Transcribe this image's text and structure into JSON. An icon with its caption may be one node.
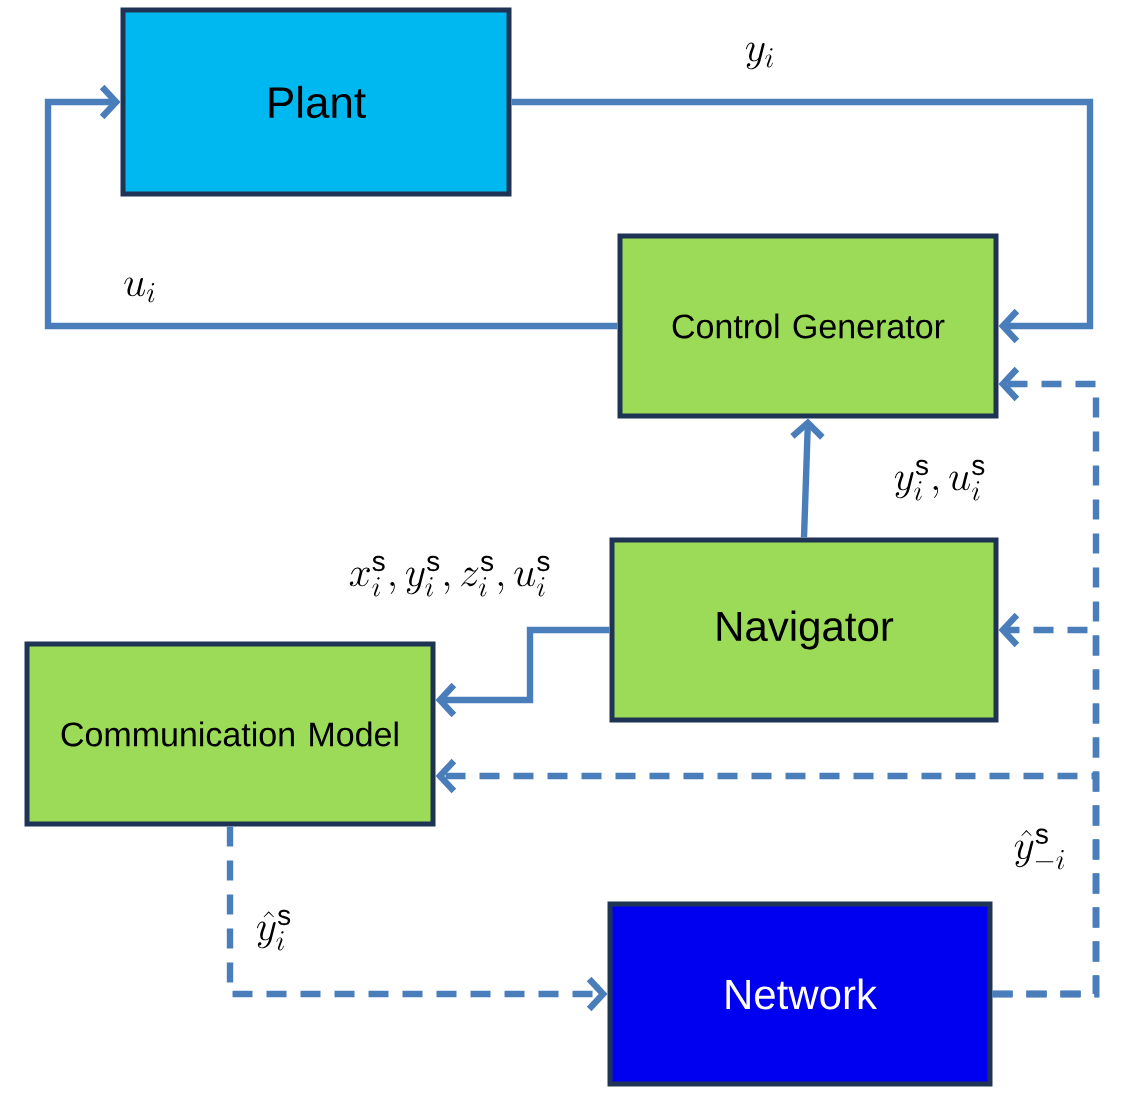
{
  "diagram": {
    "nodes": [
      {
        "text": [
          "Plant"
        ]
      },
      {
        "text": [
          "Control Generator"
        ]
      },
      {
        "text": [
          "Navigator"
        ]
      },
      {
        "text": [
          "Communication Model"
        ]
      },
      {
        "text": [
          "Network"
        ]
      }
    ],
    "edges": [
      {
        "from": 0,
        "to": 1,
        "arrow": "to",
        "label": "y_i"
      },
      {
        "from": 1,
        "to": 0,
        "arrow": "to",
        "label": "u_i"
      },
      {
        "from": 2,
        "to": 1,
        "arrow": "to",
        "label": "y_i^{\\mathrm{s}}, u_i^{\\mathrm{s}}"
      },
      {
        "from": 2,
        "to": 3,
        "arrow": "to",
        "label": "x_i^{\\mathrm{s}}, y_i^{\\mathrm{s}}, z_i^{\\mathrm{s}}, u_i^{\\mathrm{s}}"
      },
      {
        "from": 3,
        "to": 4,
        "arrow": "to",
        "style": "dashed",
        "label": "\\hat{y}_i^{\\mathrm{s}}"
      },
      {
        "from": 4,
        "to": 3,
        "arrow": "to",
        "style": "dashed",
        "label": "\\hat{y}_{-i}^{\\mathrm{s}}"
      },
      {
        "from": 4,
        "to": 2,
        "arrow": "to",
        "style": "dashed"
      },
      {
        "from": 4,
        "to": 1,
        "arrow": "to",
        "style": "dashed"
      }
    ]
  }
}
